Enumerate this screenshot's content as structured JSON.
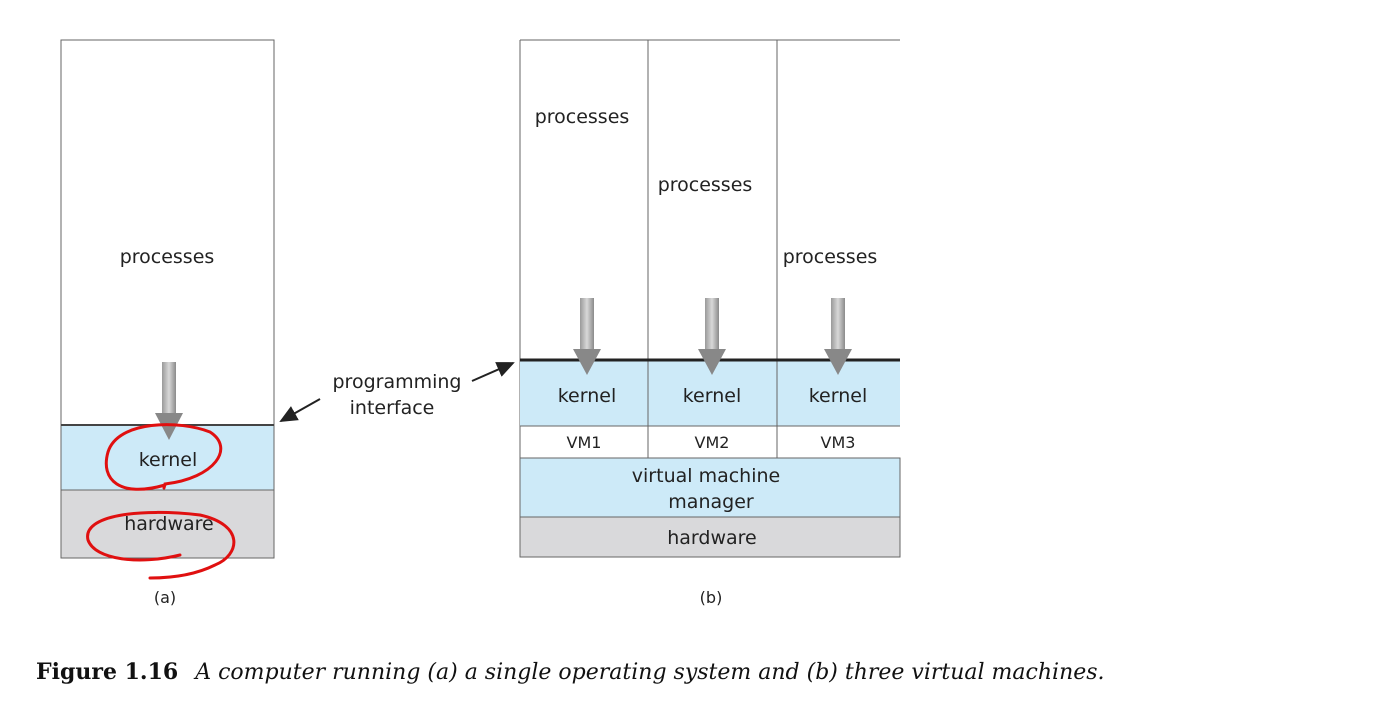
{
  "diagram_a": {
    "processes": "processes",
    "kernel": "kernel",
    "hardware": "hardware",
    "label": "(a)"
  },
  "diagram_b": {
    "processes": [
      "processes",
      "processes",
      "processes"
    ],
    "kernels": [
      "kernel",
      "kernel",
      "kernel"
    ],
    "vms": [
      "VM1",
      "VM2",
      "VM3"
    ],
    "vmm_line1": "virtual machine",
    "vmm_line2": "manager",
    "hardware": "hardware",
    "label": "(b)"
  },
  "programming_interface": {
    "line1": "programming",
    "line2": "interface"
  },
  "caption": {
    "number": "Figure 1.16",
    "text": "A computer running (a) a single operating system and (b) three virtual machines."
  },
  "colors": {
    "kernel": "#cdeaf8",
    "hardware": "#d9d9db",
    "annotation": "#e01010"
  }
}
